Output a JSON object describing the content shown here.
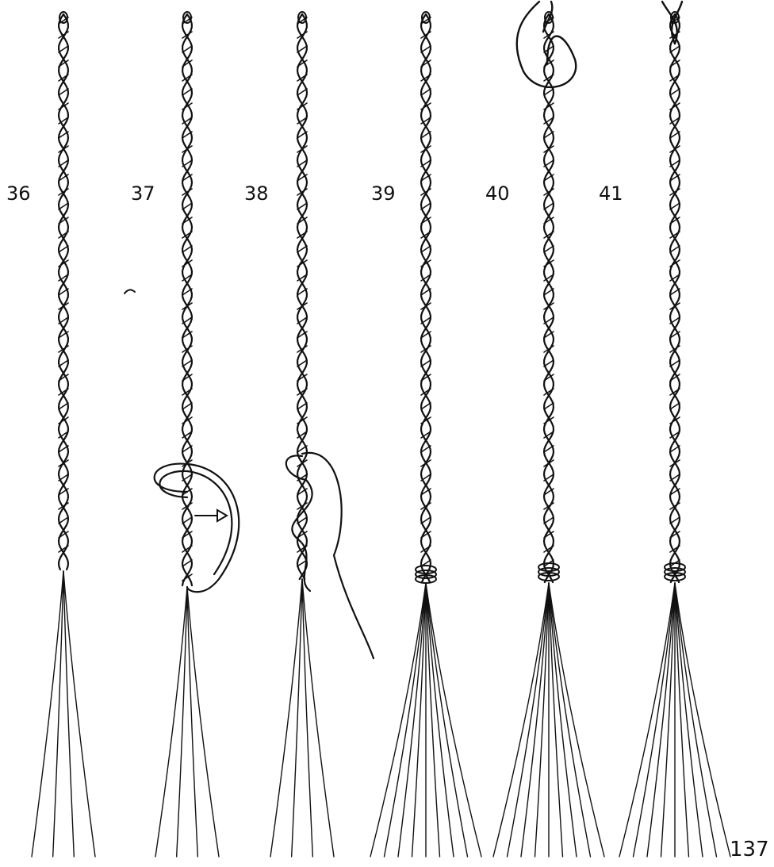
{
  "figure_labels": [
    "36",
    "37",
    "38",
    "39",
    "40",
    "41"
  ],
  "page_number": "137",
  "steps": [
    {
      "label": "36",
      "knot": "none",
      "arrow": false
    },
    {
      "label": "37",
      "knot": "open-loop",
      "arrow": true
    },
    {
      "label": "38",
      "knot": "wrapping",
      "arrow": false
    },
    {
      "label": "39",
      "knot": "finished-wrap",
      "arrow": false
    },
    {
      "label": "40",
      "knot": "finished-wrap",
      "arrow": false
    },
    {
      "label": "41",
      "knot": "finished-wrap",
      "arrow": false
    }
  ],
  "colors": {
    "ink": "#111111",
    "paper": "#ffffff"
  }
}
